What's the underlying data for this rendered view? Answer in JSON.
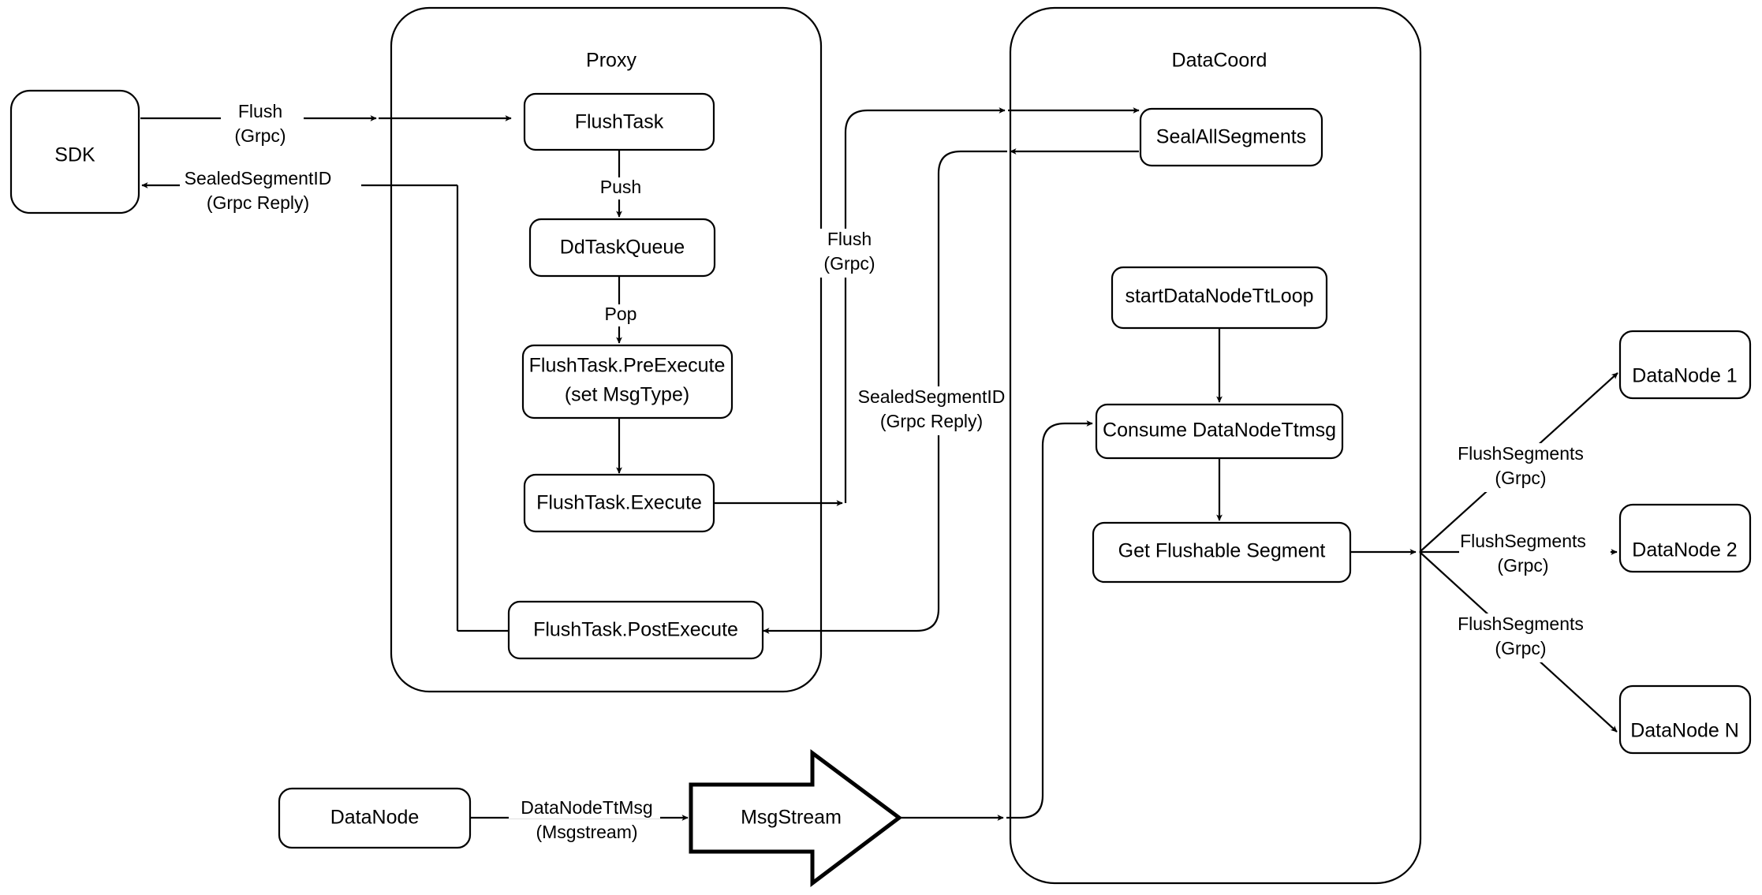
{
  "diagram": {
    "title_hidden": "",
    "containers": [
      {
        "id": "proxy",
        "label": "Proxy"
      },
      {
        "id": "datacoord",
        "label": "DataCoord"
      }
    ],
    "nodes": {
      "sdk": "SDK",
      "flush_task": "FlushTask",
      "dd_task_queue": "DdTaskQueue",
      "pre_execute_line1": "FlushTask.PreExecute",
      "pre_execute_line2": "(set MsgType)",
      "execute": "FlushTask.Execute",
      "post_execute": "FlushTask.PostExecute",
      "seal_all_segments": "SealAllSegments",
      "start_tt_loop": "startDataNodeTtLoop",
      "consume_tt_msg": "Consume DataNodeTtmsg",
      "get_flushable_segment": "Get Flushable Segment",
      "datanode_1": "DataNode 1",
      "datanode_2": "DataNode 2",
      "datanode_n": "DataNode N",
      "datanode_bottom": "DataNode",
      "msgstream": "MsgStream"
    },
    "edge_labels": {
      "sdk_to_proxy_l1": "Flush",
      "sdk_to_proxy_l2": "(Grpc)",
      "proxy_to_sdk_l1": "SealedSegmentID",
      "proxy_to_sdk_l2": "(Grpc Reply)",
      "push": "Push",
      "pop": "Pop",
      "proxy_to_dc_l1": "Flush",
      "proxy_to_dc_l2": "(Grpc)",
      "dc_to_proxy_l1": "SealedSegmentID",
      "dc_to_proxy_l2": "(Grpc Reply)",
      "datanode_tt_l1": "DataNodeTtMsg",
      "datanode_tt_l2": "(Msgstream)",
      "flush_seg_1_l1": "FlushSegments",
      "flush_seg_1_l2": "(Grpc)",
      "flush_seg_2_l1": "FlushSegments",
      "flush_seg_2_l2": "(Grpc)",
      "flush_seg_n_l1": "FlushSegments",
      "flush_seg_n_l2": "(Grpc)"
    },
    "colors": {
      "stroke": "#000000",
      "fill": "#ffffff",
      "text": "#000000"
    }
  }
}
